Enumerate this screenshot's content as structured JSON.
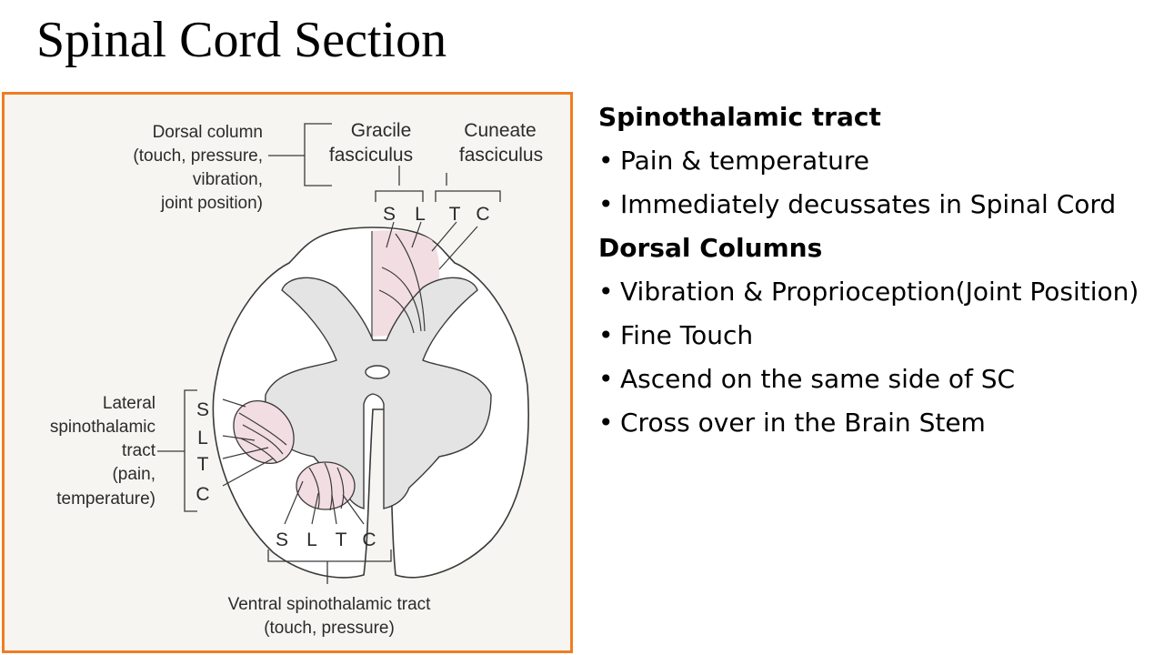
{
  "slide": {
    "title": "Spinal Cord Section"
  },
  "figure": {
    "dorsal_column_label": [
      "Dorsal column",
      "(touch, pressure,",
      "vibration,",
      "joint position)"
    ],
    "gracile_label": [
      "Gracile",
      "fasciculus"
    ],
    "cuneate_label": [
      "Cuneate",
      "fasciculus"
    ],
    "dorsal_letters": [
      "S",
      "L",
      "T",
      "C"
    ],
    "lateral_label": [
      "Lateral",
      "spinothalamic",
      "tract",
      "(pain,",
      "temperature)"
    ],
    "lateral_letters": [
      "S",
      "L",
      "T",
      "C"
    ],
    "ventral_letters": [
      "S",
      "L",
      "T",
      "C"
    ],
    "ventral_label": [
      "Ventral spinothalamic tract",
      "(touch, pressure)"
    ],
    "colors": {
      "border": "#f07c22",
      "tract_fill": "#f2dde3",
      "white_matter": "#ffffff",
      "gray_matter": "#e4e4e4",
      "line": "#3a3a3a"
    }
  },
  "bullets": {
    "bullet_char": "•",
    "sections": [
      {
        "heading": "Spinothalamic tract",
        "items": [
          "Pain & temperature",
          "Immediately decussates in Spinal Cord"
        ]
      },
      {
        "heading": "Dorsal Columns",
        "items": [
          "Vibration & Proprioception(Joint Position)",
          "Fine Touch",
          "Ascend on the same side of SC",
          "Cross over in the Brain Stem"
        ]
      }
    ]
  }
}
